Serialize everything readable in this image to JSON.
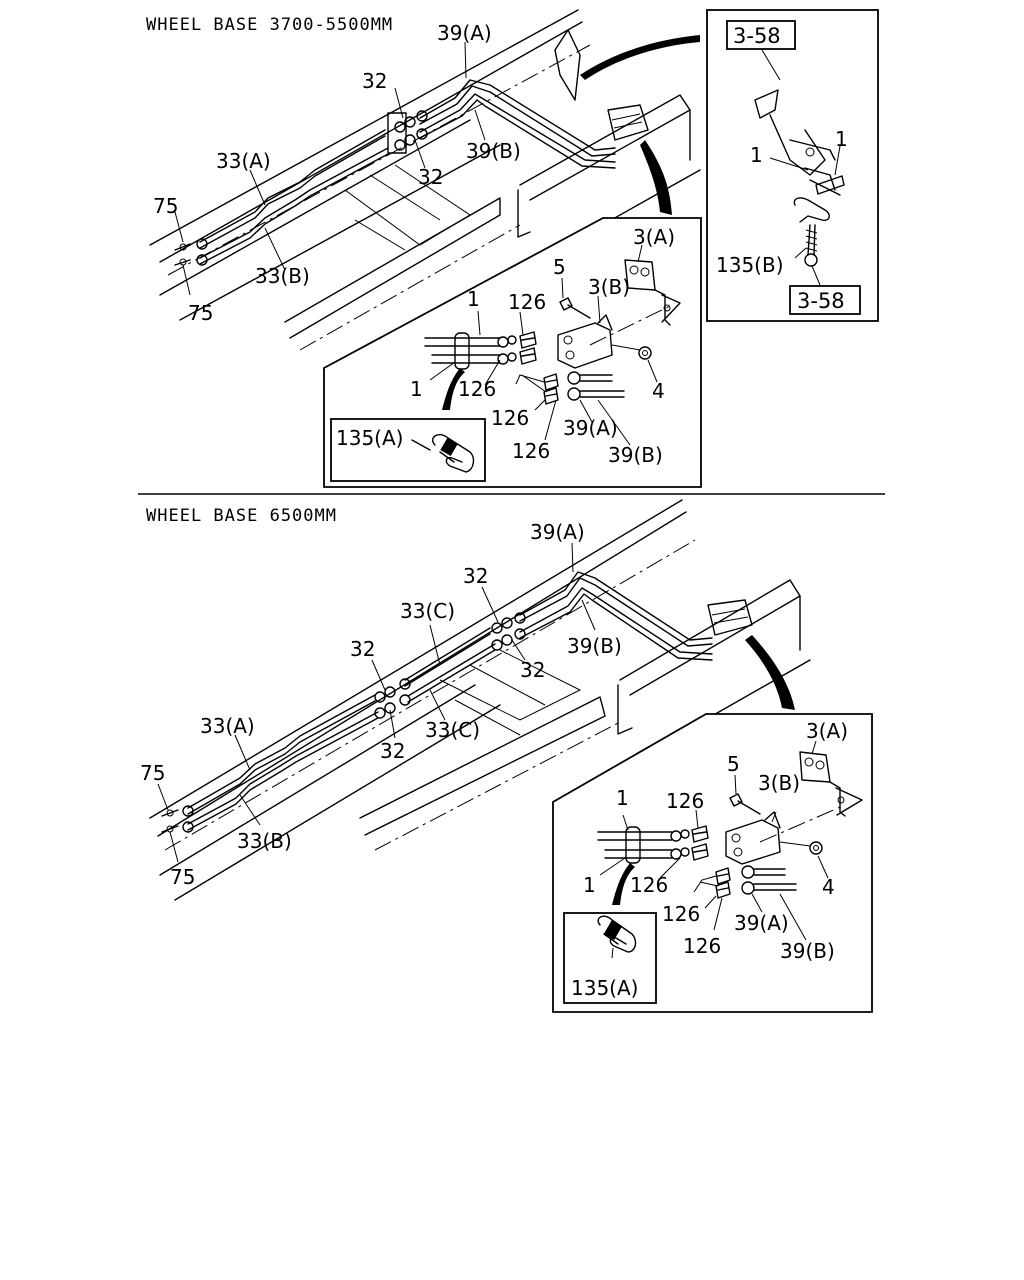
{
  "sections": [
    {
      "header": "WHEEL BASE 3700-5500MM",
      "labels": {
        "l39a": "39(A)",
        "l32a": "32",
        "l32b": "32",
        "l39b": "39(B)",
        "l33a": "33(A)",
        "l75a": "75",
        "l75b": "75",
        "l33b": "33(B)"
      },
      "inset": {
        "l3a": "3(A)",
        "l5": "5",
        "l3b": "3(B)",
        "l1a": "1",
        "l126a": "126",
        "l1b": "1",
        "l126b": "126",
        "l4": "4",
        "l126c": "126",
        "l39a": "39(A)",
        "l126d": "126",
        "l39b": "39(B)",
        "l135a": "135(A)"
      },
      "detail": {
        "ref_top": "3-58",
        "l1a": "1",
        "l1b": "1",
        "l135b": "135(B)",
        "ref_bottom": "3-58"
      }
    },
    {
      "header": "WHEEL BASE 6500MM",
      "labels": {
        "l39a": "39(A)",
        "l32a": "32",
        "l33c_top": "33(C)",
        "l32b": "32",
        "l39b": "39(B)",
        "l32c": "32",
        "l33a": "33(A)",
        "l33c_bot": "33(C)",
        "l32d": "32",
        "l75a": "75",
        "l75b": "75",
        "l33b": "33(B)"
      },
      "inset": {
        "l3a": "3(A)",
        "l5": "5",
        "l3b": "3(B)",
        "l1a": "1",
        "l126a": "126",
        "l1b": "1",
        "l126b": "126",
        "l4": "4",
        "l126c": "126",
        "l39a": "39(A)",
        "l126d": "126",
        "l39b": "39(B)",
        "l135a": "135(A)"
      }
    }
  ]
}
